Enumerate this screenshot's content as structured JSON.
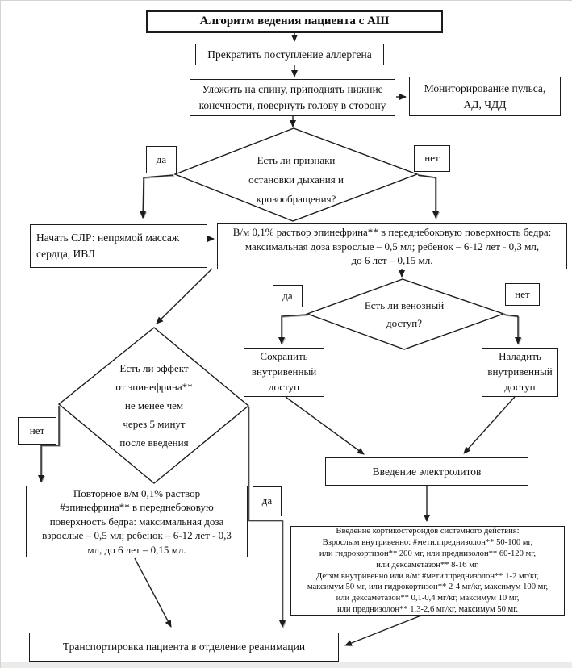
{
  "flowchart": {
    "title": "Алгоритм ведения пациента с АШ",
    "nodes": {
      "stop_allergen": "Прекратить поступление аллергена",
      "lay_down": "Уложить на спину, приподнять нижние\nконечности, повернуть голову в сторону",
      "monitoring": "Мониторирование пульса,\nАД, ЧДД",
      "decision_arrest": "Есть ли признаки\nостановки дыхания и\nкровообращения?",
      "cpr": "Начать СЛР: непрямой массаж\nсердца, ИВЛ",
      "epinephrine": "В/м 0,1% раствор эпинефрина** в переднебоковую поверхность бедра:\nмаксимальная доза взрослые – 0,5 мл; ребенок – 6-12 лет - 0,3 мл,\nдо 6 лет – 0,15 мл.",
      "decision_venous": "Есть ли венозный\nдоступ?",
      "keep_iv": "Сохранить\nвнутривенный\nдоступ",
      "establish_iv": "Наладить\nвнутривенный\nдоступ",
      "decision_effect": "Есть ли эффект\nот эпинефрина**\nне менее чем\nчерез 5 минут\nпосле введения",
      "repeat_epinephrine": "Повторное в/м 0,1% раствор\n#эпинефрина** в переднебоковую\nповерхность бедра: максимальная доза\nвзрослые – 0,5 мл; ребенок – 6-12 лет - 0,3\nмл, до 6 лет – 0,15 мл.",
      "electrolytes": "Введение электролитов",
      "corticosteroids": "Введение кортикостероидов системного действия:\nВзрослым внутривенно: #метилпреднизолон** 50-100 мг,\nили гидрокортизон** 200 мг, или преднизолон** 60-120 мг,\nили дексаметазон** 8-16 мг.\nДетям внутривенно или в/м: #метилпреднизолон** 1-2 мг/кг,\nмаксимум 50 мг, или гидрокортизон** 2-4 мг/кг, максимум 100 мг,\nили дексаметазон** 0,1-0,4 мг/кг, максимум 10 мг,\nили преднизолон** 1,3-2,6 мг/кг, максимум 50 мг.",
      "transport": "Транспортировка пациента в отделение реанимации"
    },
    "labels": {
      "yes": "да",
      "no": "нет"
    },
    "colors": {
      "line": "#222222",
      "box_border": "#1c1c1c",
      "shadow": "#aaaaaa",
      "background": "#ffffff"
    }
  }
}
